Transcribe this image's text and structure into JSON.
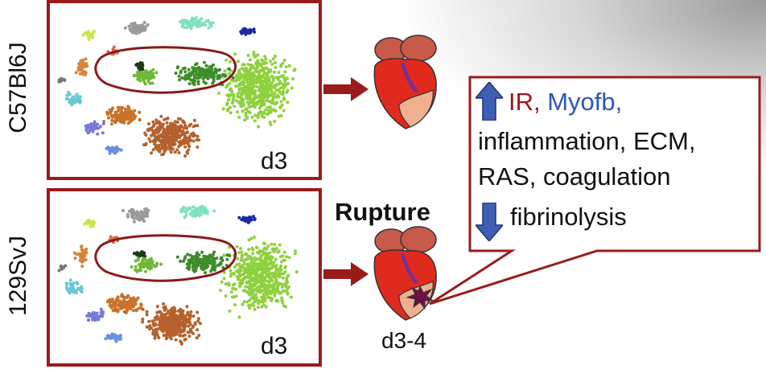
{
  "strains": [
    {
      "label": "C57Bl6J",
      "day": "d3"
    },
    {
      "label": "129SvJ",
      "day": "d3"
    }
  ],
  "outcome": {
    "rupture_label": "Rupture",
    "timepoint": "d3-4"
  },
  "callout": {
    "up_items": [
      "IR",
      "Myofb,"
    ],
    "line2": "inflammation, ECM,",
    "line3": "RAS, coagulation",
    "down_item": "fibrinolysis"
  },
  "colors": {
    "panel_border": "#9b1b1b",
    "ir_text": "#a3151a",
    "myofb_text": "#2a56b8",
    "arrow_blue": "#3f5fb5",
    "connector_arrow": "#9b1b1b",
    "cluster_green": "#8fd13f",
    "cluster_darkgreen": "#3d8c2a",
    "cluster_orange": "#c8722a",
    "cluster_brown": "#b5612d"
  },
  "icons": [
    "up-arrow-icon",
    "down-arrow-icon",
    "right-arrow-icon",
    "heart-icon",
    "rupture-star-icon"
  ]
}
